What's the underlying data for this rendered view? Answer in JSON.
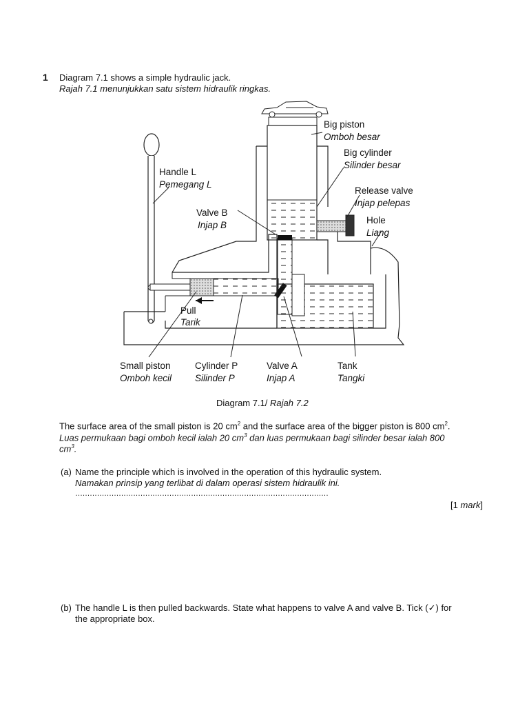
{
  "question": {
    "number": "1",
    "intro_en": "Diagram 7.1 shows a simple hydraulic jack.",
    "intro_ms": "Rajah 7.1 menunjukkan satu sistem hidraulik ringkas."
  },
  "diagram": {
    "labels": {
      "big_piston_en": "Big piston",
      "big_piston_ms": "Omboh besar",
      "big_cylinder_en": "Big cylinder",
      "big_cylinder_ms": "Silinder besar",
      "handle_en": "Handle L",
      "handle_ms": "Pemegang L",
      "release_valve_en": "Release valve",
      "release_valve_ms": "Injap pelepas",
      "valve_b_en": "Valve B",
      "valve_b_ms": "Injap B",
      "hole_en": "Hole",
      "hole_ms": "Liang",
      "pull_en": "Pull",
      "pull_ms": "Tarik",
      "small_piston_en": "Small piston",
      "small_piston_ms": "Omboh kecil",
      "cylinder_p_en": "Cylinder P",
      "cylinder_p_ms": "Silinder P",
      "valve_a_en": "Valve A",
      "valve_a_ms": "Injap A",
      "tank_en": "Tank",
      "tank_ms": "Tangki"
    },
    "caption_en": "Diagram 7.1/",
    "caption_ms": "Rajah 7.2"
  },
  "info": {
    "en_a": "The surface area of the small piston is 20 cm",
    "en_b": " and the surface area of the bigger piston is 800 cm",
    "en_c": ".",
    "ms_a": "Luas permukaan bagi omboh kecil ialah 20 cm",
    "ms_b": " dan luas permukaan bagi silinder besar ialah 800",
    "ms_c": "cm",
    "ms_d": ".",
    "sup": "2",
    "sup3": "3"
  },
  "part_a": {
    "label": "(a)",
    "text_en": "Name the principle  which is involved  in the operation of  this hydraulic system.",
    "text_ms": "Namakan prinsip yang terlibat di dalam operasi sistem hidraulik ini.",
    "answer_line": "……………………………………………………………………………………………",
    "marks_open": "[1 ",
    "marks_word": "mark",
    "marks_close": "]"
  },
  "part_b": {
    "label": "(b)",
    "text_line1": "The handle L is then pulled backwards. State what happens to valve A and valve B. Tick (✓) for",
    "text_line2": "the appropriate box."
  }
}
